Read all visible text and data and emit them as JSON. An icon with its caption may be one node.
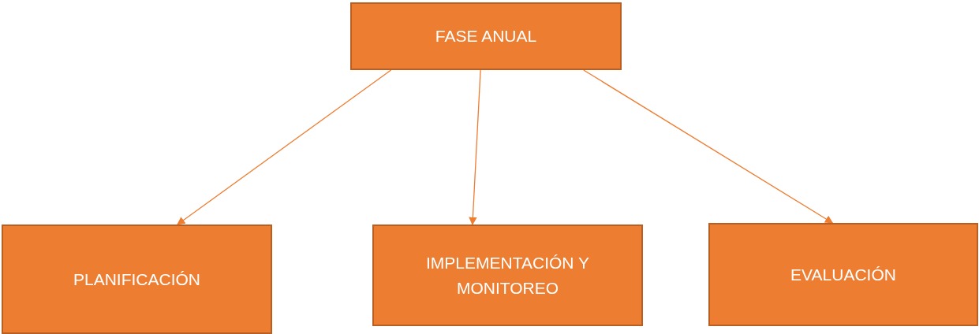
{
  "diagram": {
    "nodes": [
      {
        "text": [
          "FASE ANUAL"
        ]
      },
      {
        "text": [
          "PLANIFICACIÓN"
        ]
      },
      {
        "text": [
          "IMPLEMENTACIÓN Y MONITOREO"
        ]
      },
      {
        "text": [
          "EVALUACIÓN"
        ]
      }
    ],
    "edges": [
      {
        "from": 0,
        "to": 1,
        "arrow": "to"
      },
      {
        "from": 0,
        "to": 2,
        "arrow": "to"
      },
      {
        "from": 0,
        "to": 3,
        "arrow": "to"
      }
    ]
  }
}
